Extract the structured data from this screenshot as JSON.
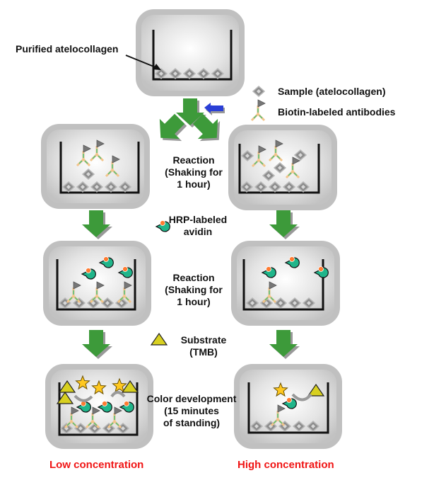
{
  "labels": {
    "purified": "Purified atelocollagen",
    "legend_sample": "Sample (atelocollagen)",
    "legend_antibody": "Biotin-labeled antibodies",
    "reaction1": [
      "Reaction",
      "(Shaking for",
      "1 hour)"
    ],
    "hrp": [
      "HRP-labeled",
      "avidin"
    ],
    "reaction2": [
      "Reaction",
      "(Shaking for",
      "1 hour)"
    ],
    "substrate": [
      "Substrate",
      "(TMB)"
    ],
    "color_dev": [
      "Color development",
      "(15 minutes",
      "of standing)"
    ],
    "low": "Low concentration",
    "high": "High concentration"
  },
  "colors": {
    "arrow_green": "#3d9a3a",
    "arrow_blue": "#2a3fd6",
    "panel_gray": "#c4c4c4",
    "diamond_gray": "#9a9a9a",
    "antibody_tan": "#f2c48a",
    "antibody_green": "#4cc07a",
    "avidin_teal": "#20b58a",
    "hrp_orange": "#ff7a30",
    "substrate_yellow": "#d8d020",
    "star_yellow": "#ffc820",
    "label_red": "#f01414"
  }
}
